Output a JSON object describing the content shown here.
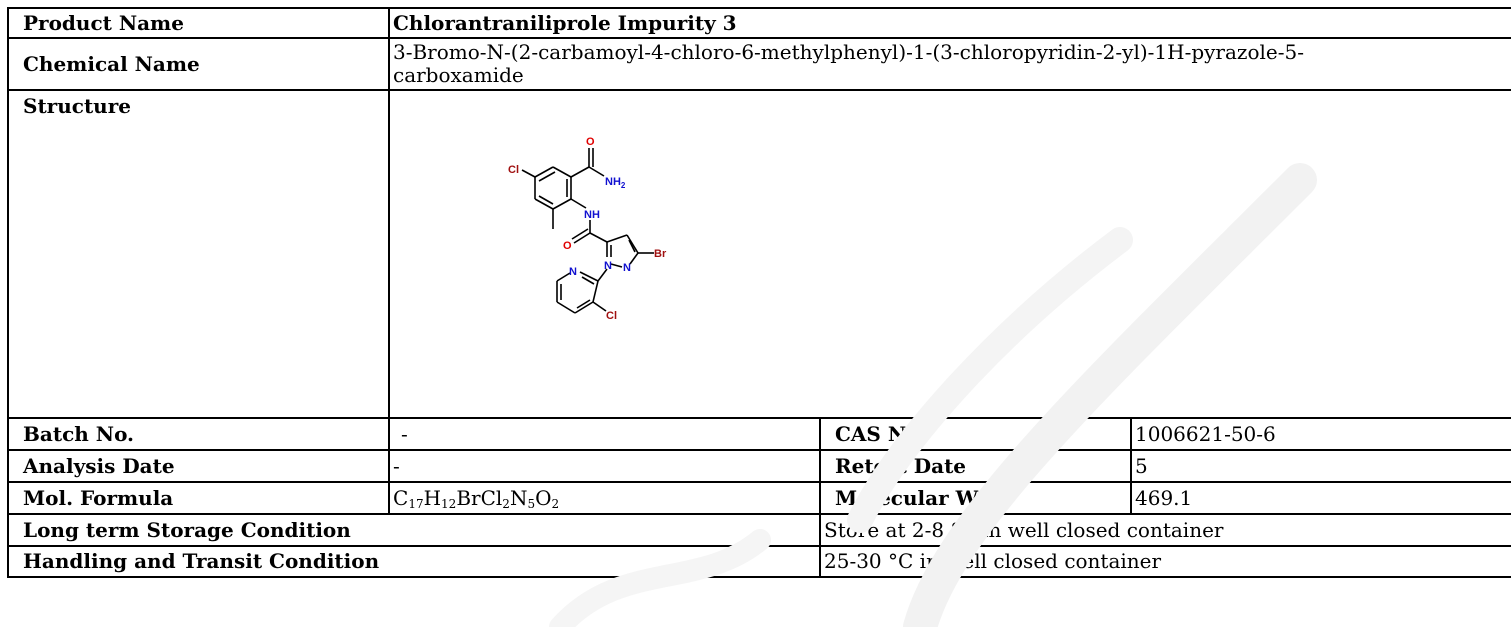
{
  "product": {
    "label": "Product Name",
    "value": "Chlorantraniliprole Impurity 3"
  },
  "chemical": {
    "label": "Chemical Name",
    "value_line1": "3-Bromo-N-(2-carbamoyl-4-chloro-6-methylphenyl)-1-(3-chloropyridin-2-yl)-1H-pyrazole-5-",
    "value_line2": "carboxamide"
  },
  "structure": {
    "label": "Structure",
    "atoms": {
      "o_top": "O",
      "nh2": "NH",
      "nh2_sub": "2",
      "cl_left": "Cl",
      "nh": "NH",
      "o_amide": "O",
      "br": "Br",
      "n1": "N",
      "n2": "N",
      "n_pyr": "N",
      "cl_pyr": "Cl"
    }
  },
  "batch": {
    "label": "Batch No.",
    "value": "-"
  },
  "cas": {
    "label": "CAS No.",
    "value": "1006621-50-6"
  },
  "analysis": {
    "label": "Analysis Date",
    "value": "-"
  },
  "retest": {
    "label": "Retest Date",
    "value": "5"
  },
  "formula": {
    "label": "Mol. Formula",
    "parts": [
      {
        "t": "C",
        "s": "17"
      },
      {
        "t": "H",
        "s": "12"
      },
      {
        "t": "BrCl",
        "s": "2"
      },
      {
        "t": "N",
        "s": "5"
      },
      {
        "t": "O",
        "s": "2"
      }
    ]
  },
  "molwt": {
    "label": "Molecular Wt.",
    "value": "469.1"
  },
  "storage": {
    "label": "Long term Storage Condition",
    "value": "Store at 2-8 °C in well closed container"
  },
  "handling": {
    "label": "Handling and Transit Condition",
    "value": "25-30 °C in well closed container"
  },
  "colors": {
    "oxygen": "#e00000",
    "nitrogen": "#1010d0",
    "halogen": "#a01010",
    "watermark": "#f2f2f2"
  }
}
